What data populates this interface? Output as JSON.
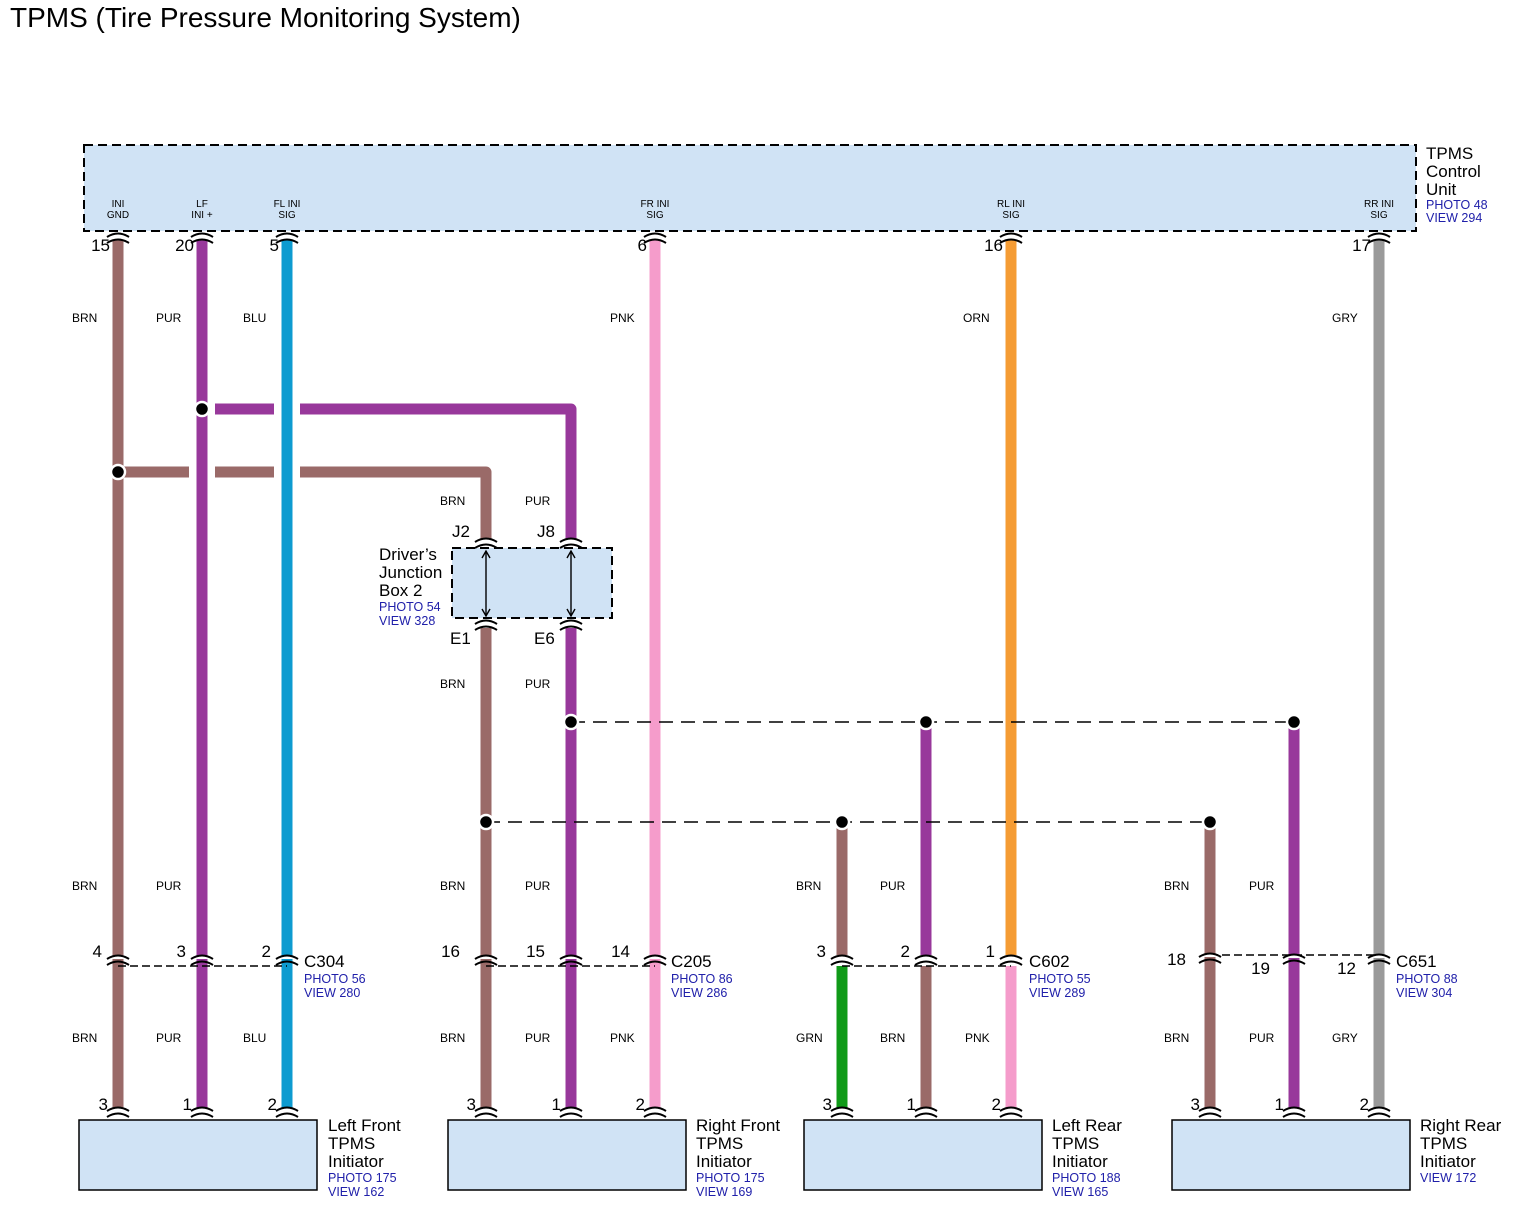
{
  "title": "TPMS (Tire Pressure Monitoring System)",
  "colors": {
    "BRN": "#9a6a68",
    "PUR": "#98389b",
    "BLU": "#0d9bd0",
    "PNK": "#f59ccb",
    "ORN": "#f59c34",
    "GRY": "#9a9a9a",
    "GRN": "#109a18",
    "box_fill": "#d0e3f5",
    "ref_text": "#2020aa"
  },
  "control_unit": {
    "name": "TPMS\nControl\nUnit",
    "photo": "PHOTO 48",
    "view": "VIEW 294",
    "pins": [
      {
        "label": "INI\nGND",
        "num": "15",
        "wire": "BRN"
      },
      {
        "label": "LF\nINI +",
        "num": "20",
        "wire": "PUR"
      },
      {
        "label": "FL INI\nSIG",
        "num": "5",
        "wire": "BLU"
      },
      {
        "label": "FR INI\nSIG",
        "num": "6",
        "wire": "PNK"
      },
      {
        "label": "RL INI\nSIG",
        "num": "16",
        "wire": "ORN"
      },
      {
        "label": "RR INI\nSIG",
        "num": "17",
        "wire": "GRY"
      }
    ]
  },
  "junction_box": {
    "name": "Driver’s\nJunction\nBox 2",
    "photo": "PHOTO 54",
    "view": "VIEW 328",
    "top_pins": [
      "J2",
      "J8"
    ],
    "bottom_pins": [
      "E1",
      "E6"
    ],
    "wire_in": [
      "BRN",
      "PUR"
    ],
    "wire_out": [
      "BRN",
      "PUR"
    ]
  },
  "connectors": [
    {
      "name": "C304",
      "photo": "PHOTO 56",
      "view": "VIEW 280",
      "pins": [
        "4",
        "3",
        "2"
      ]
    },
    {
      "name": "C205",
      "photo": "PHOTO 86",
      "view": "VIEW 286",
      "pins": [
        "16",
        "15",
        "14"
      ]
    },
    {
      "name": "C602",
      "photo": "PHOTO 55",
      "view": "VIEW 289",
      "pins": [
        "3",
        "2",
        "1"
      ]
    },
    {
      "name": "C651",
      "photo": "PHOTO 88",
      "view": "VIEW 304",
      "pins": [
        "18",
        "19",
        "12"
      ]
    }
  ],
  "upper_wire_labels": [
    "BRN",
    "PUR",
    "BLU",
    "PNK",
    "ORN",
    "GRY"
  ],
  "mid_wire_labels": [
    "BRN",
    "PUR",
    "BRN",
    "PUR",
    "BRN",
    "PUR",
    "BRN",
    "PUR"
  ],
  "lower_wire_labels": [
    [
      "BRN",
      "PUR",
      "BLU"
    ],
    [
      "BRN",
      "PUR",
      "PNK"
    ],
    [
      "GRN",
      "BRN",
      "PNK"
    ],
    [
      "BRN",
      "PUR",
      "GRY"
    ]
  ],
  "initiators": [
    {
      "name": "Left Front\nTPMS\nInitiator",
      "photo": "PHOTO 175",
      "view": "VIEW 162",
      "pins": [
        "3",
        "1",
        "2"
      ]
    },
    {
      "name": "Right Front\nTPMS\nInitiator",
      "photo": "PHOTO 175",
      "view": "VIEW 169",
      "pins": [
        "3",
        "1",
        "2"
      ]
    },
    {
      "name": "Left Rear\nTPMS\nInitiator",
      "photo": "PHOTO 188",
      "view": "VIEW 165",
      "pins": [
        "3",
        "1",
        "2"
      ]
    },
    {
      "name": "Right Rear\nTPMS\nInitiator",
      "photo": "",
      "view": "VIEW 172",
      "pins": [
        "3",
        "1",
        "2"
      ]
    }
  ]
}
